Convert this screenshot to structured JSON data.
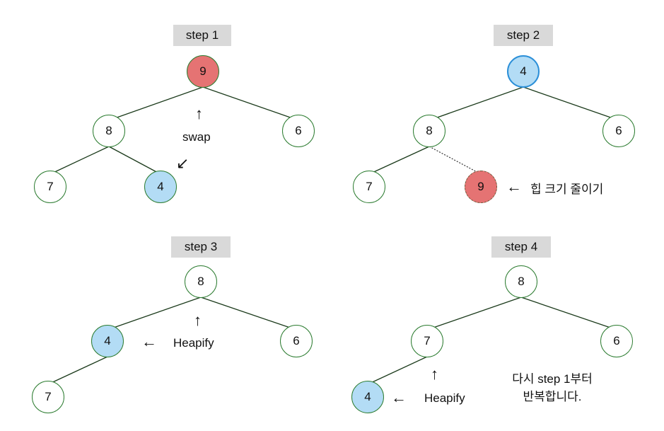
{
  "steps": [
    {
      "label": "step 1"
    },
    {
      "label": "step 2"
    },
    {
      "label": "step 3"
    },
    {
      "label": "step 4"
    }
  ],
  "step1": {
    "root": "9",
    "left": "8",
    "right": "6",
    "left_left": "7",
    "left_right": "4",
    "swap_label": "swap"
  },
  "step2": {
    "root": "4",
    "left": "8",
    "right": "6",
    "left_left": "7",
    "removed": "9",
    "note": "힙 크기 줄이기"
  },
  "step3": {
    "root": "8",
    "left": "4",
    "right": "6",
    "left_left": "7",
    "heapify_label": "Heapify"
  },
  "step4": {
    "root": "8",
    "left": "7",
    "right": "6",
    "left_left": "4",
    "heapify_label": "Heapify",
    "note_line1": "다시 step 1부터",
    "note_line2": "반복합니다."
  },
  "colors": {
    "edge": "#1b3a1b",
    "node_border": "#2e7d32",
    "highlight_red": "#e57373",
    "highlight_blue": "#b3dcf5",
    "label_bg": "#d9d9d9"
  }
}
